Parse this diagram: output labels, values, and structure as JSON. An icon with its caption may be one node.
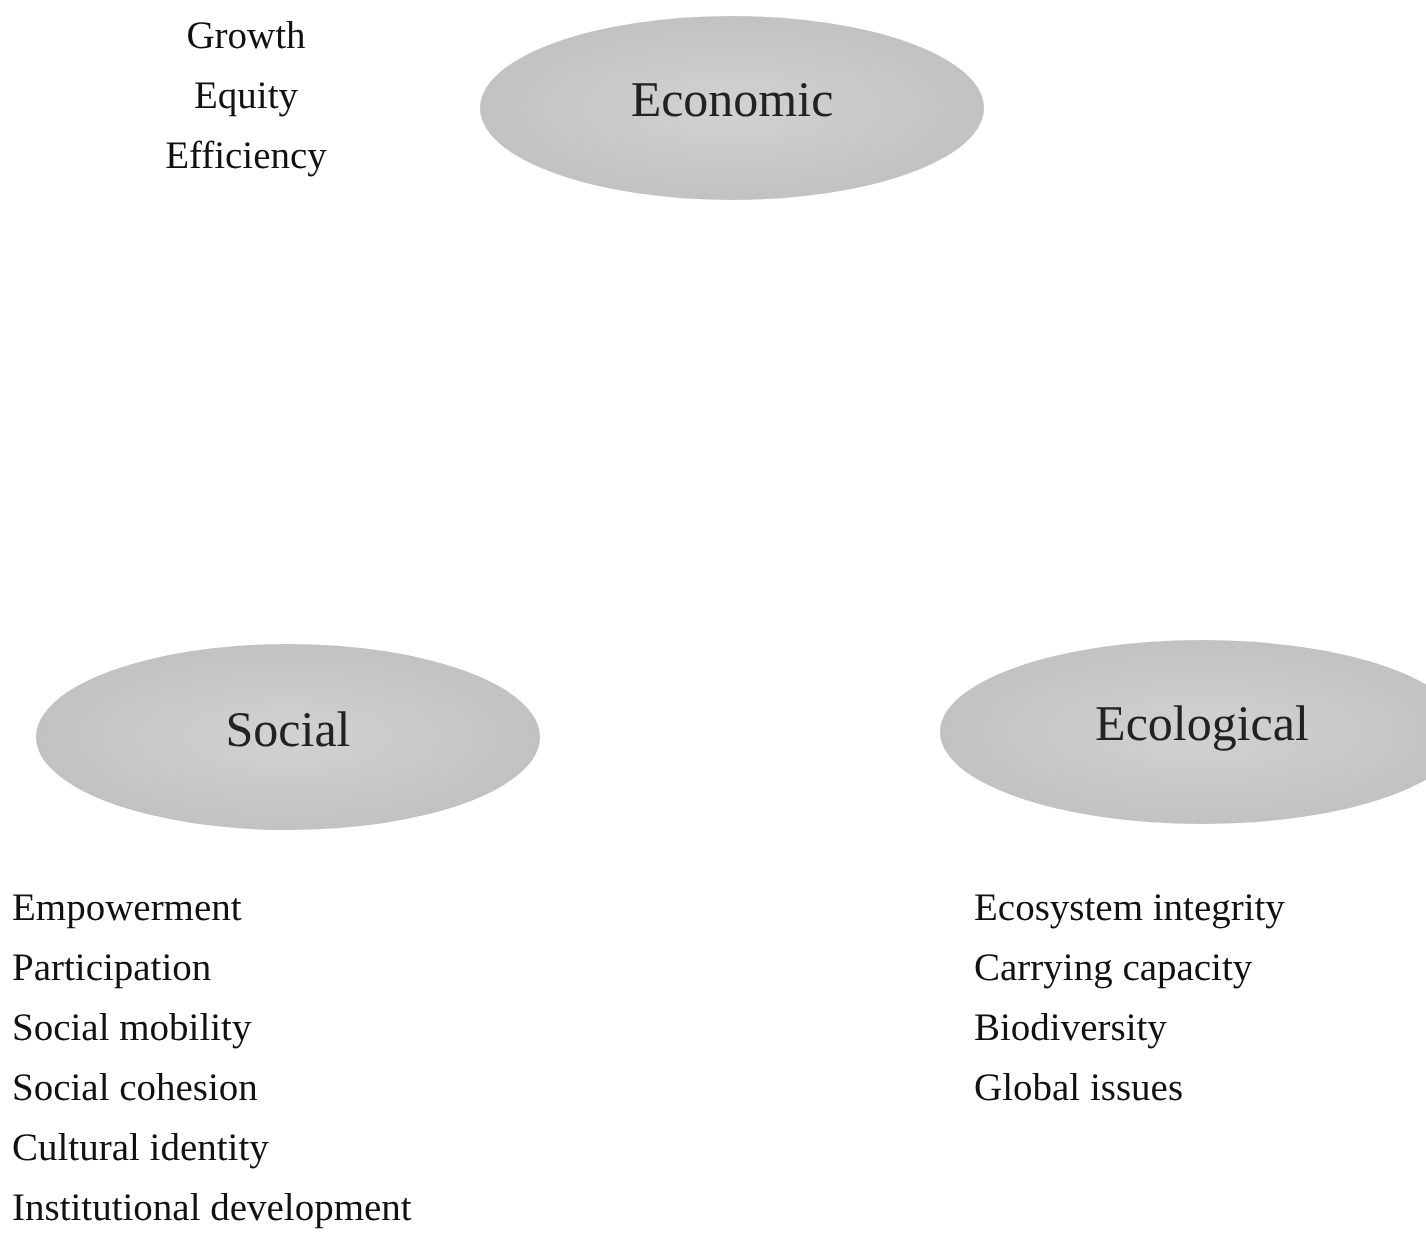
{
  "diagram": {
    "nodes": [
      {
        "text": [
          "Economic"
        ],
        "beside": [
          "Growth",
          "Equity",
          "Efficiency"
        ]
      },
      {
        "text": [
          "Social"
        ],
        "beside": [
          "Empowerment",
          "Participation",
          "Social mobility",
          "Social cohesion",
          "Cultural identity",
          "Institutional development"
        ]
      },
      {
        "text": [
          "Ecological"
        ],
        "beside": [
          "Ecosystem integrity",
          "Carrying capacity",
          "Biodiversity",
          "Global issues"
        ]
      }
    ]
  }
}
